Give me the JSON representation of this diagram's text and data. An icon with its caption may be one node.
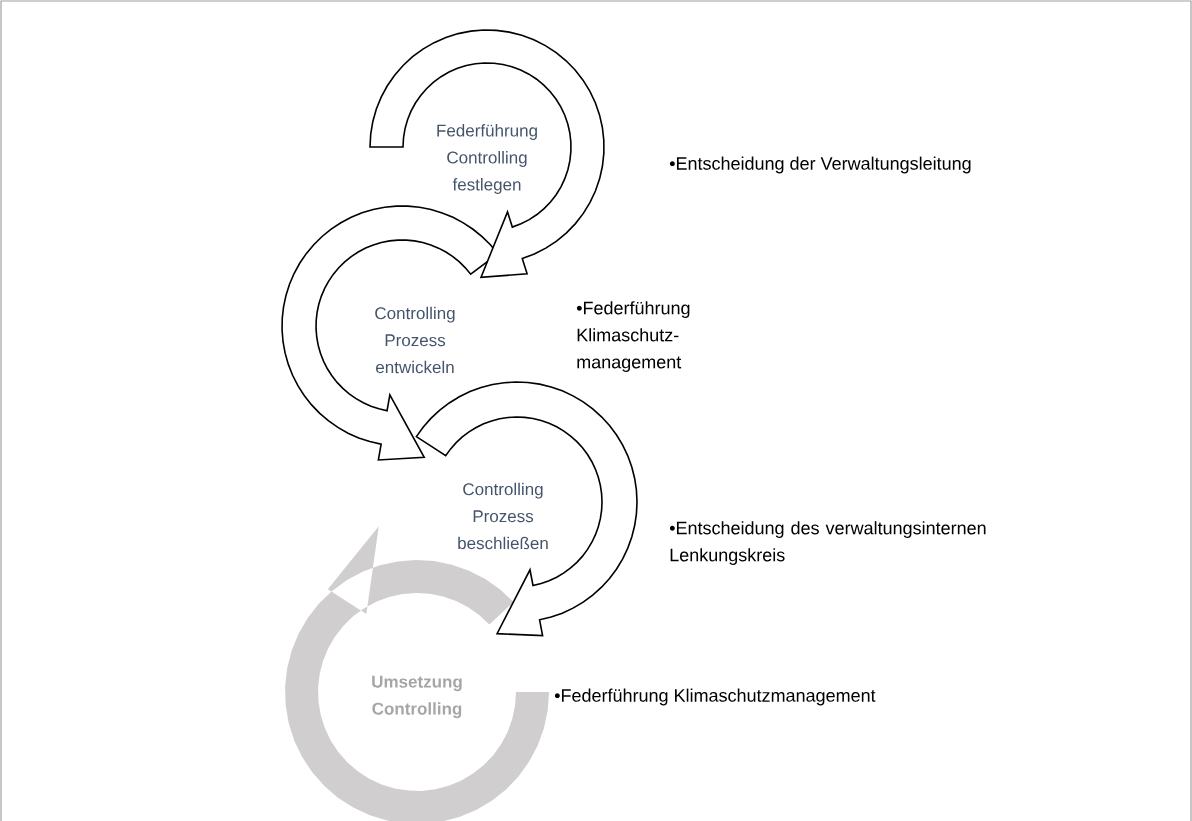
{
  "diagram": {
    "nodes": [
      {
        "text": [
          "Federführung Controlling festlegen"
        ]
      },
      {
        "text": [
          "Controlling Prozess entwickeln"
        ]
      },
      {
        "text": [
          "Controlling Prozess beschließen"
        ]
      },
      {
        "text": [
          "Umsetzung Controlling"
        ]
      }
    ],
    "edges": [
      {
        "from": 0,
        "to": 1,
        "arrow": "to"
      },
      {
        "from": 1,
        "to": 2,
        "arrow": "to"
      },
      {
        "from": 2,
        "to": 3,
        "arrow": "to"
      }
    ],
    "labels": [
      "•Entscheidung der Verwaltungsleitung",
      "•Federführung Klimaschutz- management",
      "•Entscheidung des verwaltungsinternen Lenkungskreis",
      "•Federführung Klimaschutzmanagement"
    ]
  }
}
